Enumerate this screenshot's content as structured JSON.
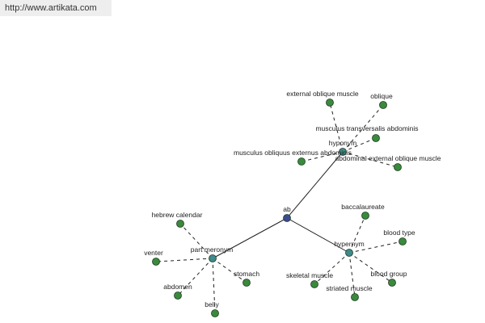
{
  "header": {
    "url": "http://www.artikata.com"
  },
  "colors": {
    "root_node": "#3d4b8f",
    "relation_node": "#3f8a8a",
    "leaf_node": "#3a8a3e",
    "edge": "#222222",
    "node_stroke": "#1e3a1e"
  },
  "graph": {
    "root": {
      "id": "ab",
      "label": "ab"
    },
    "relations": [
      {
        "id": "hyponym",
        "label": "hyponym"
      },
      {
        "id": "part_meronym",
        "label": "part meronym"
      },
      {
        "id": "hypernym",
        "label": "hypernym"
      }
    ],
    "leaves": [
      {
        "id": "external_oblique_muscle",
        "label": "external oblique muscle",
        "parent": "hyponym"
      },
      {
        "id": "oblique",
        "label": "oblique",
        "parent": "hyponym"
      },
      {
        "id": "musculus_transversalis",
        "label": "musculus transversalis abdominis",
        "parent": "hyponym"
      },
      {
        "id": "musculus_obliquus",
        "label": "musculus obliquus externus abdominis",
        "parent": "hyponym"
      },
      {
        "id": "abdominal_external",
        "label": "abdominal external oblique muscle",
        "parent": "hyponym"
      },
      {
        "id": "hebrew_calendar",
        "label": "hebrew calendar",
        "parent": "part_meronym"
      },
      {
        "id": "venter",
        "label": "venter",
        "parent": "part_meronym"
      },
      {
        "id": "abdomen",
        "label": "abdomen",
        "parent": "part_meronym"
      },
      {
        "id": "belly",
        "label": "belly",
        "parent": "part_meronym"
      },
      {
        "id": "stomach",
        "label": "stomach",
        "parent": "part_meronym"
      },
      {
        "id": "baccalaureate",
        "label": "baccalaureate",
        "parent": "hypernym"
      },
      {
        "id": "blood_type",
        "label": "blood type",
        "parent": "hypernym"
      },
      {
        "id": "blood_group",
        "label": "blood group",
        "parent": "hypernym"
      },
      {
        "id": "skeletal_muscle",
        "label": "skeletal muscle",
        "parent": "hypernym"
      },
      {
        "id": "striated_muscle",
        "label": "striated muscle",
        "parent": "hypernym"
      }
    ]
  }
}
